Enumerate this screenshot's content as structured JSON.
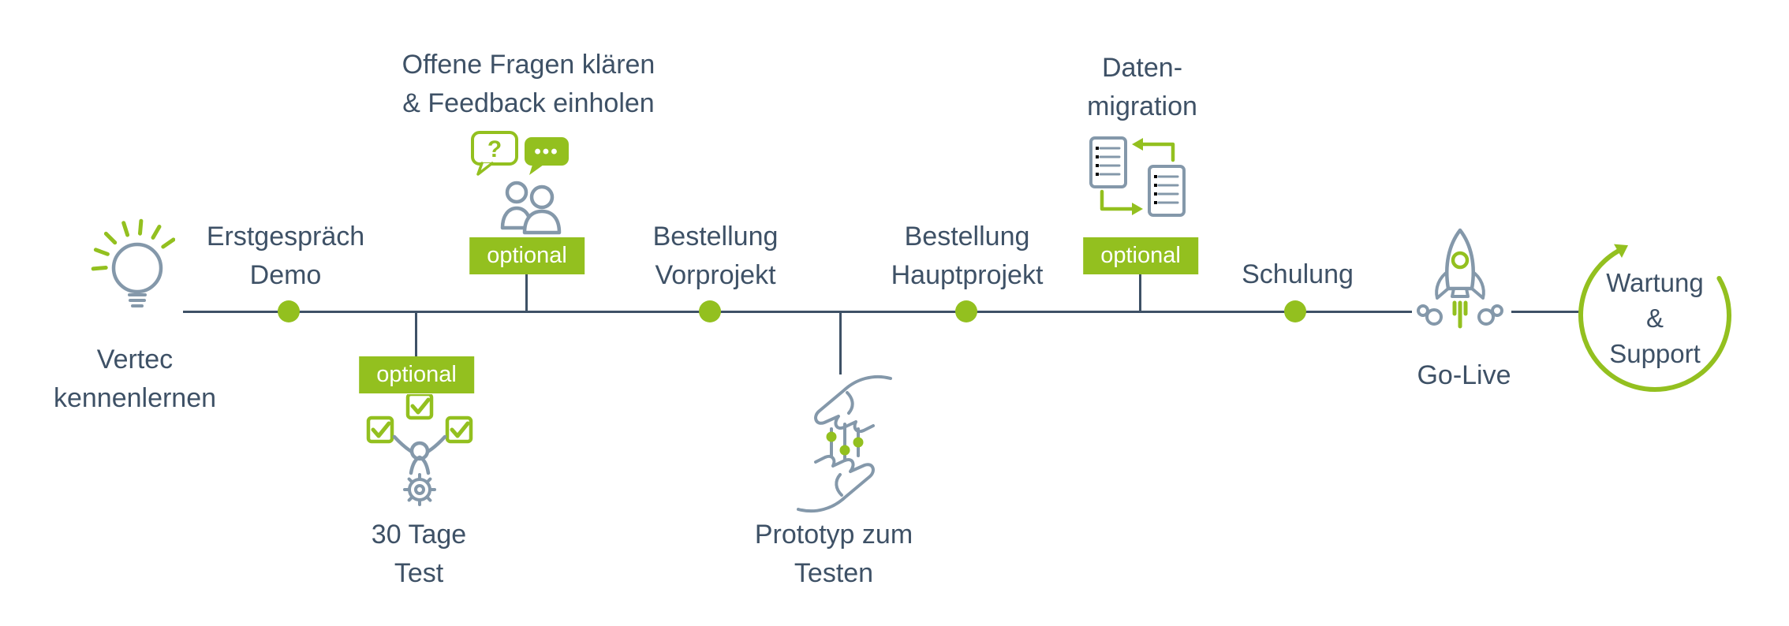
{
  "colors": {
    "green": "#93c01f",
    "text": "#3e5166",
    "icon": "#8498aa",
    "line": "#3e5166",
    "bg": "#ffffff"
  },
  "steps": {
    "vertec": {
      "line1": "Vertec",
      "line2": "kennenlernen"
    },
    "erstgespraech": {
      "line1": "Erstgespräch",
      "line2": "Demo"
    },
    "test30": {
      "badge": "optional",
      "line1": "30 Tage",
      "line2": "Test"
    },
    "feedback": {
      "badge": "optional",
      "line1": "Offene Fragen klären",
      "line2": "& Feedback einholen"
    },
    "bestellung_vorprojekt": {
      "line1": "Bestellung",
      "line2": "Vorprojekt"
    },
    "prototyp": {
      "line1": "Prototyp zum",
      "line2": "Testen"
    },
    "bestellung_hauptprojekt": {
      "line1": "Bestellung",
      "line2": "Hauptprojekt"
    },
    "datenmigration": {
      "badge": "optional",
      "line1": "Daten-",
      "line2": "migration"
    },
    "schulung": {
      "line1": "Schulung"
    },
    "golive": {
      "line1": "Go-Live"
    },
    "wartung_support": {
      "line1": "Wartung",
      "line2": "&",
      "line3": "Support"
    }
  },
  "icons": {
    "question_mark": "?",
    "dots": "•••",
    "lightbulb": "lightbulb-with-rays-icon",
    "test": "person-gear-checkmarks-icon",
    "feedback": "speech-bubbles-people-icon",
    "prototype": "hands-sliders-icon",
    "migration": "documents-sync-icon",
    "rocket": "rocket-launch-icon",
    "cycle": "circular-arrow-icon"
  }
}
